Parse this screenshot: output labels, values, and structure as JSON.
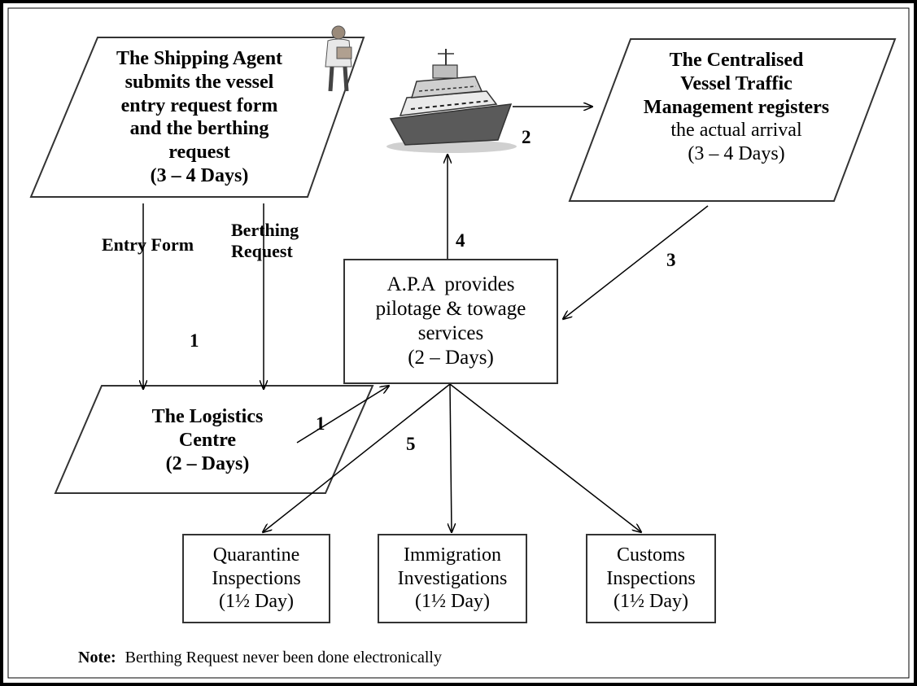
{
  "agent_box": {
    "lines": [
      "The Shipping Agent",
      "submits the vessel",
      "entry request form",
      "and the berthing",
      "request",
      "(3 – 4 Days)"
    ]
  },
  "vtm_box": {
    "bold_lines": [
      "The Centralised",
      "Vessel Traffic",
      "Management registers"
    ],
    "normal_lines": [
      "the actual arrival",
      "(3 – 4 Days)"
    ]
  },
  "apa_box": {
    "lines": [
      "A.P.A  provides",
      "pilotage & towage",
      "services",
      "(2 – Days)"
    ]
  },
  "logistics_box": {
    "lines": [
      "The Logistics",
      "Centre",
      "(2 – Days)"
    ]
  },
  "quarantine_box": {
    "lines": [
      "Quarantine",
      "Inspections",
      "(1½ Day)"
    ]
  },
  "immigration_box": {
    "lines": [
      "Immigration",
      "Investigations",
      "(1½ Day)"
    ]
  },
  "customs_box": {
    "lines": [
      "Customs",
      "Inspections",
      "(1½ Day)"
    ]
  },
  "labels": {
    "entry_form": "Entry Form",
    "berthing_request": [
      "Berthing",
      "Request"
    ],
    "step_1a": "1",
    "step_1b": "1",
    "step_2": "2",
    "step_3": "3",
    "step_4": "4",
    "step_5": "5"
  },
  "note": {
    "label": "Note:",
    "text": "Berthing Request never been done electronically"
  },
  "icons": {
    "person": "person-icon",
    "ship": "ship-icon"
  }
}
